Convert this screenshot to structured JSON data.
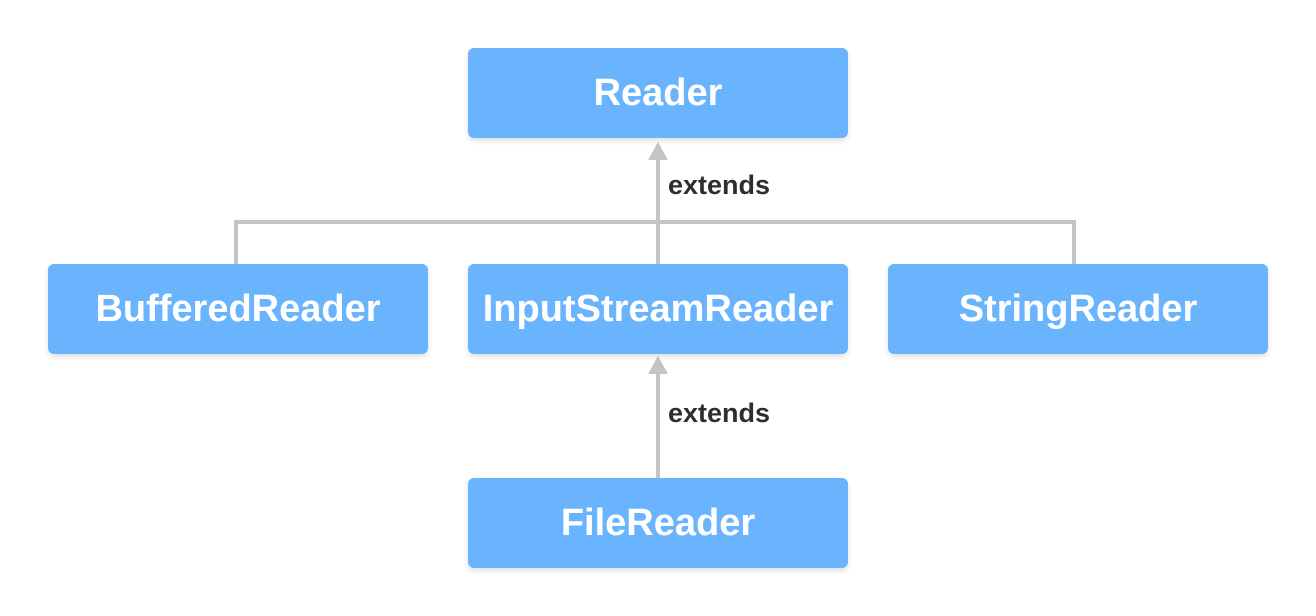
{
  "nodes": {
    "reader": "Reader",
    "buffered_reader": "BufferedReader",
    "input_stream_reader": "InputStreamReader",
    "string_reader": "StringReader",
    "file_reader": "FileReader"
  },
  "edges": {
    "top_label": "extends",
    "bottom_label": "extends"
  },
  "colors": {
    "box_fill": "#6ab4fd",
    "box_text": "#ffffff",
    "connector": "#c4c4c4",
    "label_text": "#2e2e2e"
  }
}
